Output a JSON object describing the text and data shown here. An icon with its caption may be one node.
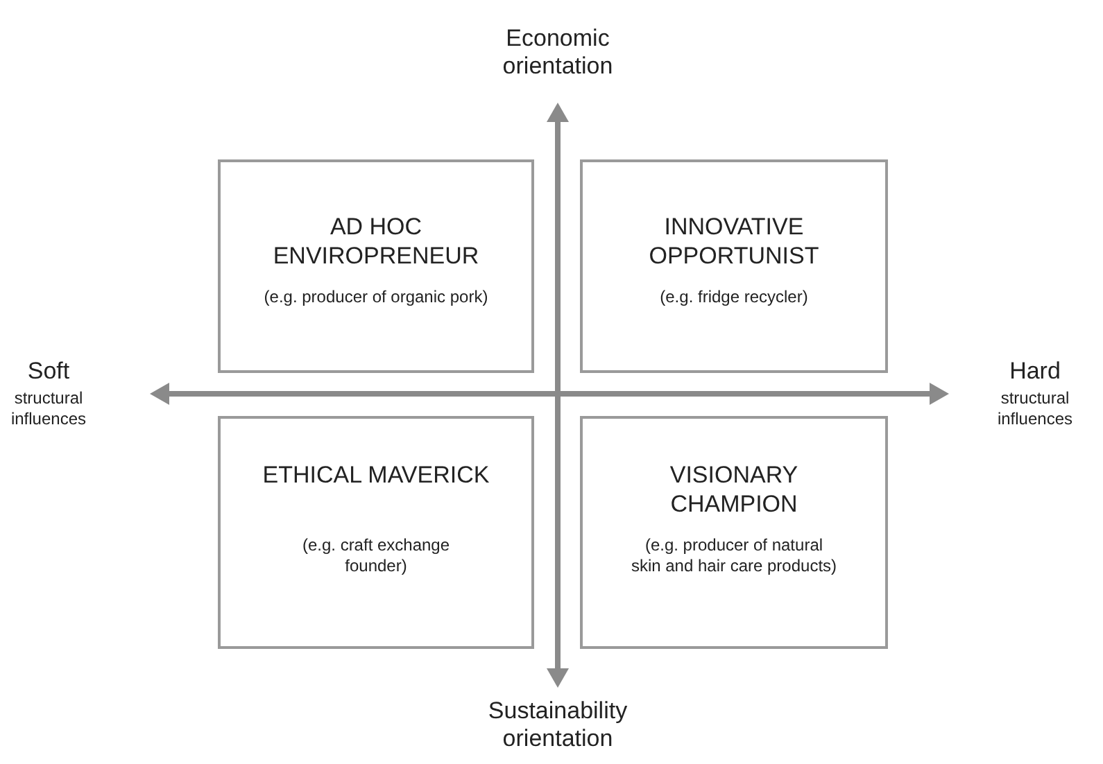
{
  "diagram": {
    "nodes": [
      {
        "text": [
          "AD HOC ENVIROPRENEUR",
          "(e.g. producer of organic pork)"
        ]
      },
      {
        "text": [
          "INNOVATIVE OPPORTUNIST",
          "(e.g. fridge recycler)"
        ]
      },
      {
        "text": [
          "ETHICAL MAVERICK",
          "(e.g. craft exchange founder)"
        ]
      },
      {
        "text": [
          "VISIONARY CHAMPION",
          "(e.g. producer of natural skin and hair care products)"
        ]
      }
    ],
    "labels": [
      "Economic orientation",
      "Soft",
      "structural influences",
      "Hard",
      "structural influences",
      "Sustainability orientation"
    ]
  }
}
